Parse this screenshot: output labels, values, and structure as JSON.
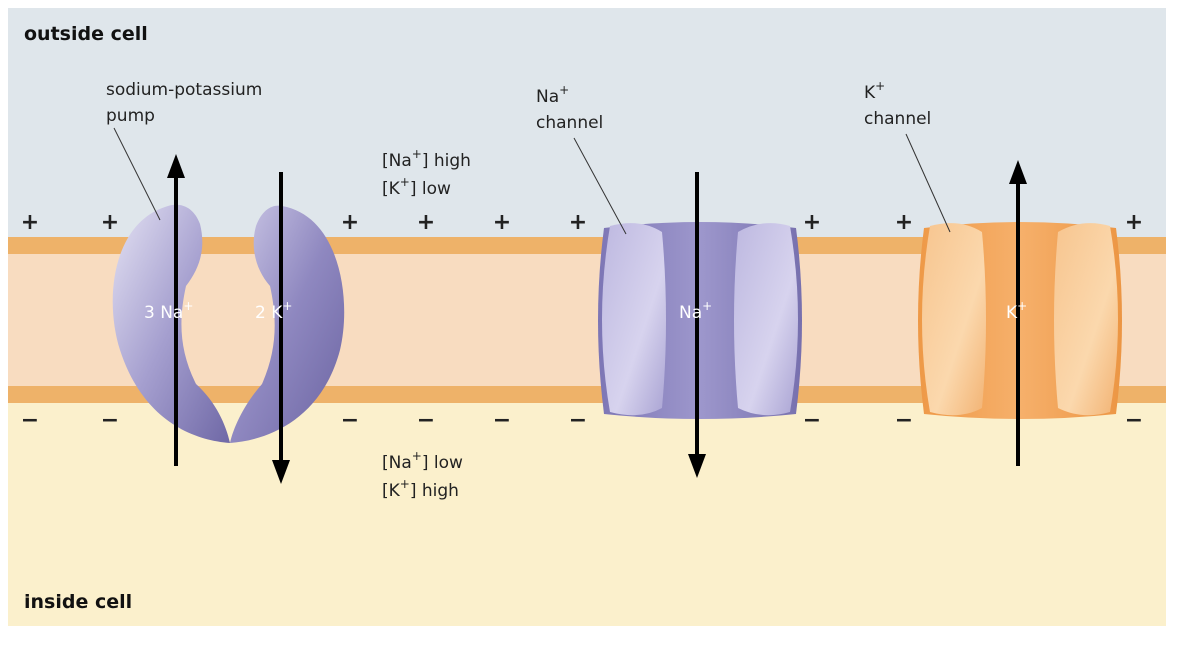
{
  "regions": {
    "outside_label": "outside cell",
    "inside_label": "inside cell"
  },
  "pump": {
    "label_line1": "sodium-potassium",
    "label_line2": "pump",
    "na_count": "3 Na",
    "k_count": "2 K",
    "sup": "+"
  },
  "na_channel": {
    "label_ion": "Na",
    "label_sup": "+",
    "label_word": "channel",
    "inner_ion": "Na",
    "inner_sup": "+"
  },
  "k_channel": {
    "label_ion": "K",
    "label_sup": "+",
    "label_word": "channel",
    "inner_ion": "K",
    "inner_sup": "+"
  },
  "outside_concentration": {
    "line1_pre": "[Na",
    "line1_sup": "+",
    "line1_post": "] high",
    "line2_pre": "[K",
    "line2_sup": "+",
    "line2_post": "] low"
  },
  "inside_concentration": {
    "line1_pre": "[Na",
    "line1_sup": "+",
    "line1_post": "] low",
    "line2_pre": "[K",
    "line2_sup": "+",
    "line2_post": "] high"
  },
  "charges": {
    "positive": "+",
    "negative": "−"
  },
  "colors": {
    "outside": "#dfe6eb",
    "inside": "#fbf0cc",
    "membrane_edge": "#eeb269",
    "membrane_core": "#f8dcc0",
    "pump_purple": "#8f88bf",
    "channel_orange": "#f3a75a"
  }
}
